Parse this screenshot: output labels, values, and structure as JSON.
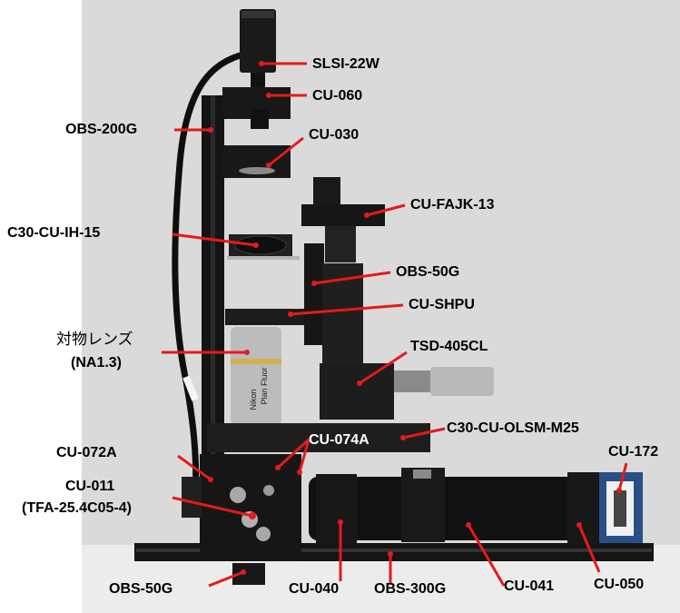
{
  "photo": {
    "description_hidden": "",
    "accent_line_color": "#e41a1c",
    "background_color": "#dcdcdc"
  },
  "labels": {
    "slsi": "SLSI-22W",
    "cu060": "CU-060",
    "obs200g": "OBS-200G",
    "cu030": "CU-030",
    "cufajk": "CU-FAJK-13",
    "c30cuih": "C30-CU-IH-15",
    "obs50g_top": "OBS-50G",
    "cushpu": "CU-SHPU",
    "objective_jp": "対物レンズ",
    "objective_na": "(NA1.3)",
    "tsd": "TSD-405CL",
    "c30olsm": "C30-CU-OLSM-M25",
    "cu074a": "CU-074A",
    "cu072a": "CU-072A",
    "cu172": "CU-172",
    "cu011": "CU-011",
    "tfa": "(TFA-25.4C05-4)",
    "obs50g_bottom": "OBS-50G",
    "cu040": "CU-040",
    "obs300g": "OBS-300G",
    "cu041": "CU-041",
    "cu050": "CU-050"
  },
  "device_text": {
    "objective_brand": "Nikon",
    "objective_model": "Plan Fluor"
  }
}
